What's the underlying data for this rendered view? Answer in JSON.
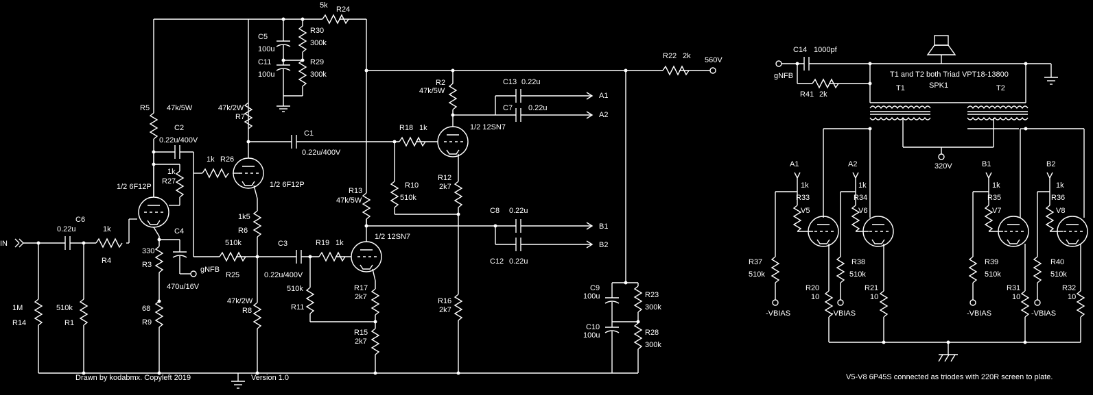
{
  "labels": {
    "in": "IN",
    "c6_name": "C6",
    "c6_val": "0.22u",
    "r4_val": "1k",
    "r4_name": "R4",
    "r14_val": "1M",
    "r14_name": "R14",
    "r1_val": "510k",
    "r1_name": "R1",
    "v1_label": "1/2 6F12P",
    "r3_val": "330",
    "r3_name": "R3",
    "r9_val": "68",
    "r9_name": "R9",
    "c4_name": "C4",
    "c4_val": "470u/16V",
    "r5_name": "R5",
    "r5_val": "47k/5W",
    "c2_name": "C2",
    "c2_val": "0.22u/400V",
    "r27_val": "1k",
    "r27_name": "R27",
    "r26_val": "1k",
    "r26_name": "R26",
    "v2_label": "1/2 6F12P",
    "r7_val": "47k/2W",
    "r7_name": "R7",
    "c5_name": "C5",
    "c5_val": "100u",
    "c11_name": "C11",
    "c11_val": "100u",
    "r30_name": "R30",
    "r30_val": "300k",
    "r29_name": "R29",
    "r29_val": "300k",
    "r24_val": "5k",
    "r24_name": "R24",
    "c1_name": "C1",
    "c1_val": "0.22u/400V",
    "r6_val": "1k5",
    "r6_name": "R6",
    "r25_val": "510k",
    "r25_name": "R25",
    "gnfb": "gNFB",
    "c3_name": "C3",
    "c3_val": "0.22u/400V",
    "r8_val": "47k/2W",
    "r8_name": "R8",
    "r19_name": "R19",
    "r19_val": "1k",
    "r11_val": "510k",
    "r11_name": "R11",
    "r13_name": "R13",
    "r13_val": "47k/5W",
    "v3_label": "1/2 12SN7",
    "r17_name": "R17",
    "r17_val": "2k7",
    "r15_name": "R15",
    "r15_val": "2k7",
    "r18_name": "R18",
    "r18_val": "1k",
    "r10_name": "R10",
    "r10_val": "510k",
    "r2_name": "R2",
    "r2_val": "47k/5W",
    "v4_label": "1/2 12SN7",
    "r12_name": "R12",
    "r12_val": "2k7",
    "r16_name": "R16",
    "r16_val": "2k7",
    "c13_name": "C13",
    "c13_val": "0.22u",
    "c7_name": "C7",
    "c7_val": "0.22u",
    "c8_name": "C8",
    "c8_val": "0.22u",
    "c12_name": "C12",
    "c12_val": "0.22u",
    "a1": "A1",
    "a2": "A2",
    "b1": "B1",
    "b2": "B2",
    "r22_name": "R22",
    "r22_val": "2k",
    "v560": "560V",
    "c9_name": "C9",
    "c9_val": "100u",
    "c10_name": "C10",
    "c10_val": "100u",
    "r23_name": "R23",
    "r23_val": "300k",
    "r28_name": "R28",
    "r28_val": "300k",
    "credit": "Drawn by kodabmx. Copyleft 2019",
    "version": "Version 1.0",
    "c14_name": "C14",
    "c14_val": "1000pf",
    "gnfb2": "gNFB",
    "r41_name": "R41",
    "r41_val": "2k",
    "t_note": "T1 and T2 both Triad VPT18-13800",
    "t1": "T1",
    "t2": "T2",
    "spk1": "SPK1",
    "v320": "320V",
    "pa_a1": "A1",
    "pa_a2": "A2",
    "pa_b1": "B1",
    "pa_b2": "B2",
    "r33_val": "1k",
    "r33_name": "R33",
    "r34_val": "1k",
    "r34_name": "R34",
    "r35_val": "1k",
    "r35_name": "R35",
    "r36_val": "1k",
    "r36_name": "R36",
    "v5": "V5",
    "v6": "V6",
    "v7": "V7",
    "v8": "V8",
    "r37_name": "R37",
    "r37_val": "510k",
    "r38_name": "R38",
    "r38_val": "510k",
    "r39_name": "R39",
    "r39_val": "510k",
    "r40_name": "R40",
    "r40_val": "510k",
    "r20_name": "R20",
    "r20_val": "10",
    "r21_name": "R21",
    "r21_val": "10",
    "r31_name": "R31",
    "r31_val": "10",
    "r32_name": "R32",
    "r32_val": "10",
    "vbias1": "-VBIAS",
    "vbias2": "-VBIAS",
    "vbias3": "-VBIAS",
    "vbias4": "-VBIAS",
    "footnote": "V5-V8 6P45S connected as triodes with 220R screen to plate."
  }
}
